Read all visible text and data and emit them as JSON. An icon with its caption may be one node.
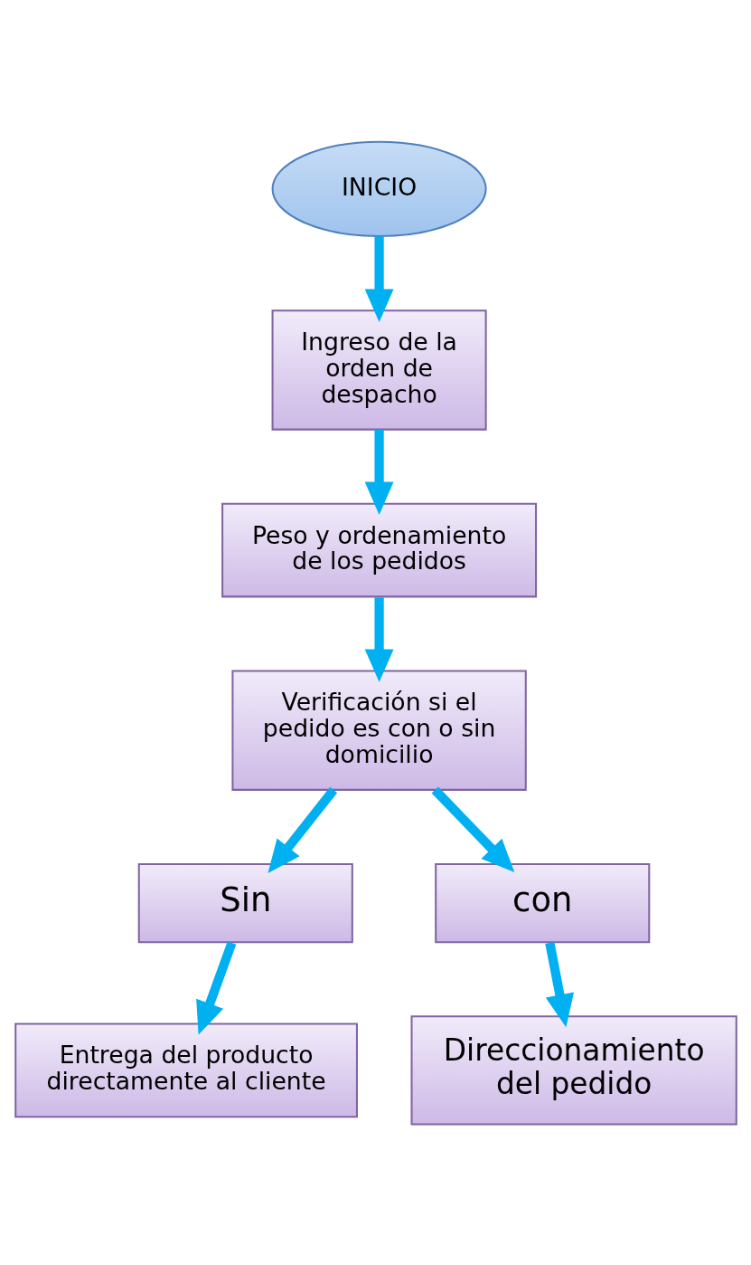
{
  "diagram": {
    "nodes": [
      {
        "text": [
          "INICIO"
        ]
      },
      {
        "text": [
          "Ingreso de la orden de despacho"
        ]
      },
      {
        "text": [
          "Peso y ordenamiento de los pedidos"
        ]
      },
      {
        "text": [
          "Verificación si el pedido es con o sin domicilio"
        ]
      },
      {
        "text": [
          "Sin"
        ]
      },
      {
        "text": [
          "con"
        ]
      },
      {
        "text": [
          "Entrega del producto directamente al cliente"
        ]
      },
      {
        "text": [
          "Direccionamiento  del pedido"
        ]
      }
    ],
    "edges": [
      {
        "from": 0,
        "to": 1,
        "arrow": "to"
      },
      {
        "from": 1,
        "to": 2,
        "arrow": "to"
      },
      {
        "from": 2,
        "to": 3,
        "arrow": "to"
      },
      {
        "from": 3,
        "to": 4,
        "arrow": "to"
      },
      {
        "from": 3,
        "to": 5,
        "arrow": "to"
      },
      {
        "from": 4,
        "to": 6,
        "arrow": "to"
      },
      {
        "from": 5,
        "to": 7,
        "arrow": "to"
      }
    ]
  }
}
